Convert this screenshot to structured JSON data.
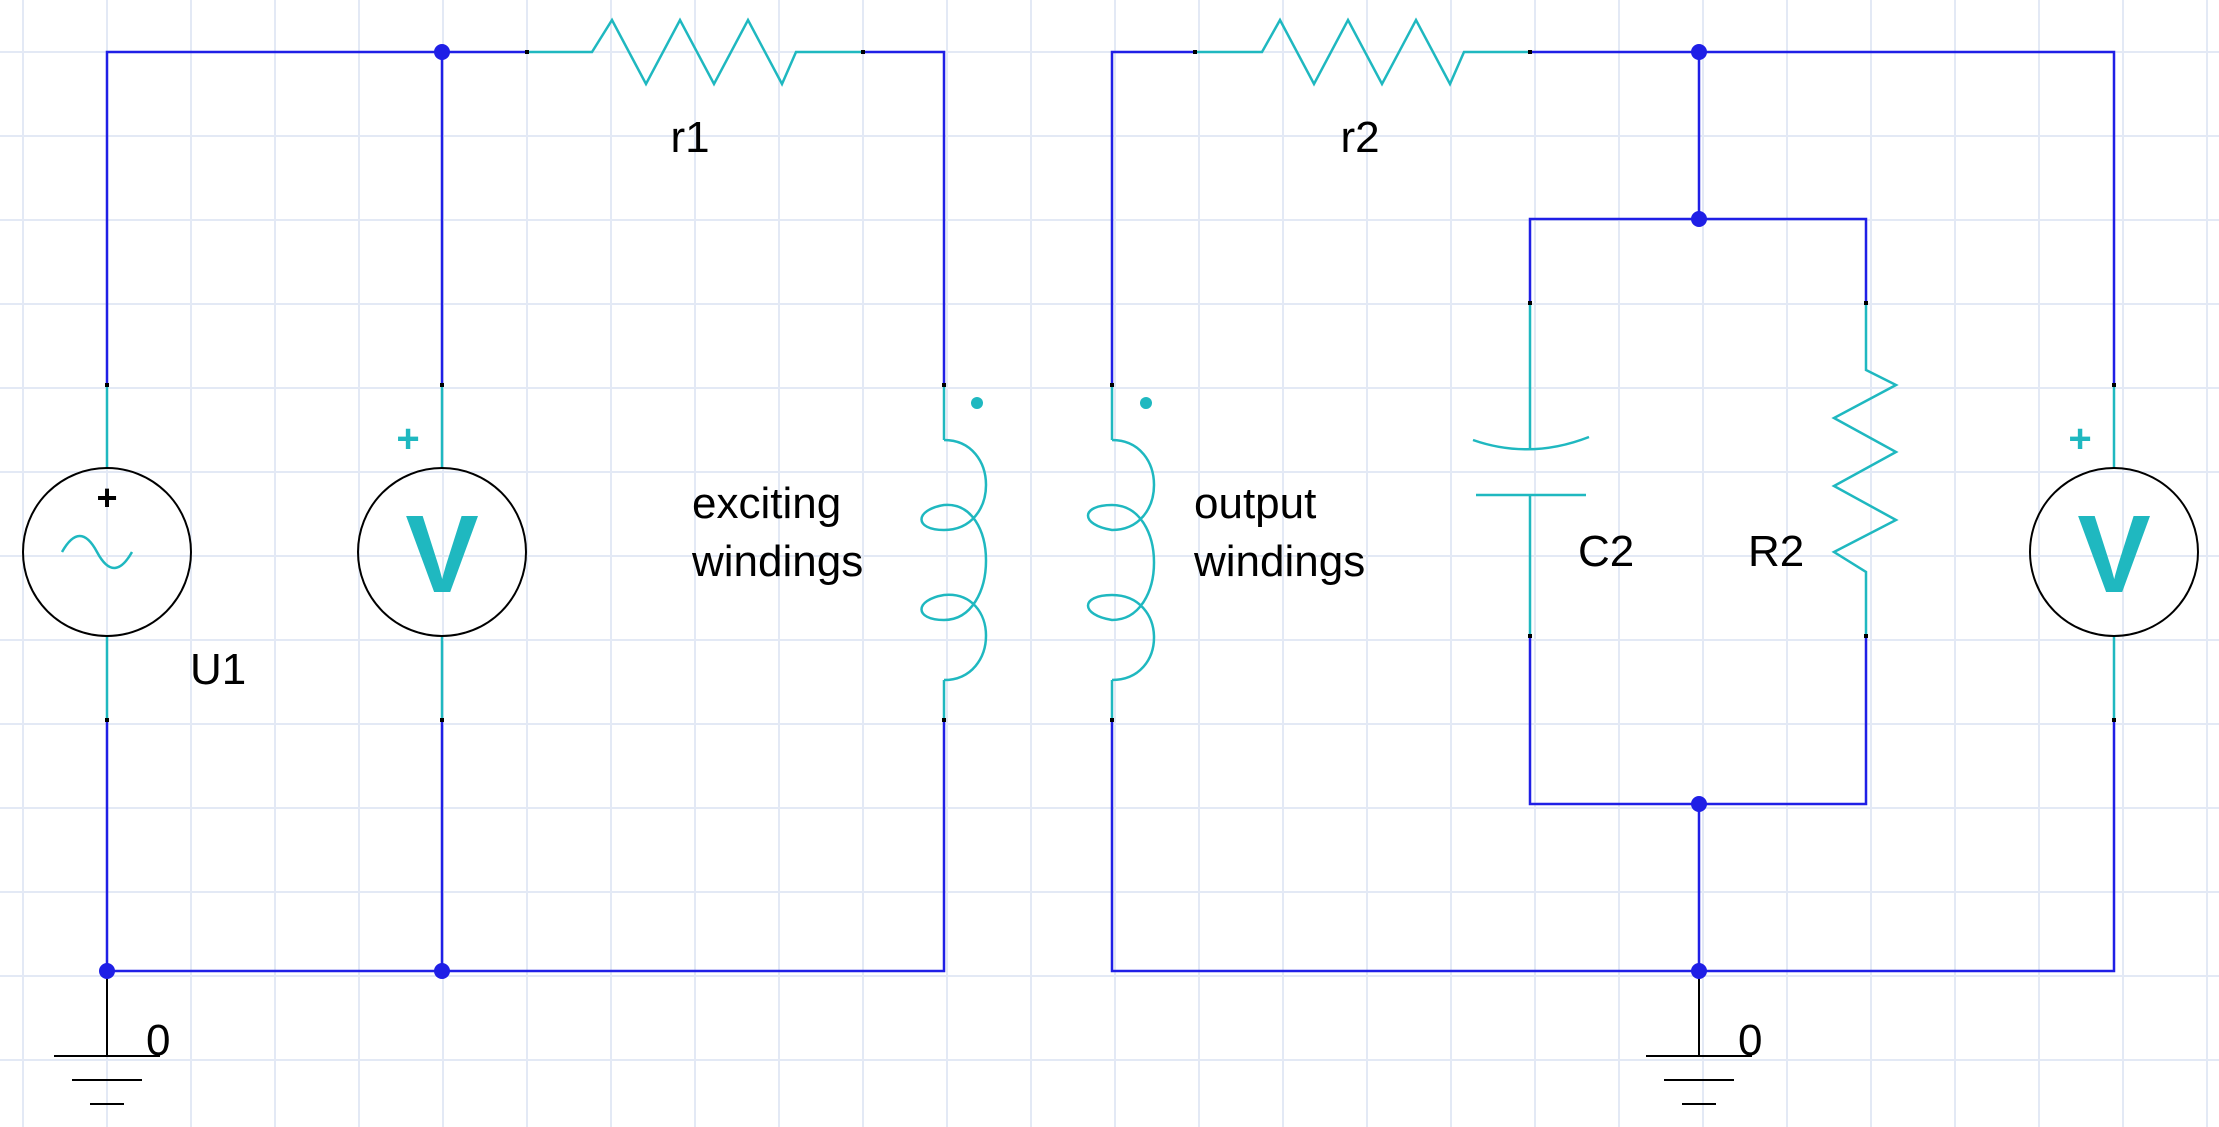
{
  "colors": {
    "background": "#ffffff",
    "grid": "#e3e9f5",
    "wire": "#1f1fe6",
    "component": "#1fb8c0",
    "label": "#000000"
  },
  "labels": {
    "r1": "r1",
    "r2": "r2",
    "u1": "U1",
    "c2": "C2",
    "big_r2": "R2",
    "exciting_line1": "exciting",
    "exciting_line2": "windings",
    "output_line1": "output",
    "output_line2": "windings",
    "ground_left": "0",
    "ground_right": "0",
    "voltmeter_symbol": "V",
    "plus_sign": "+"
  }
}
